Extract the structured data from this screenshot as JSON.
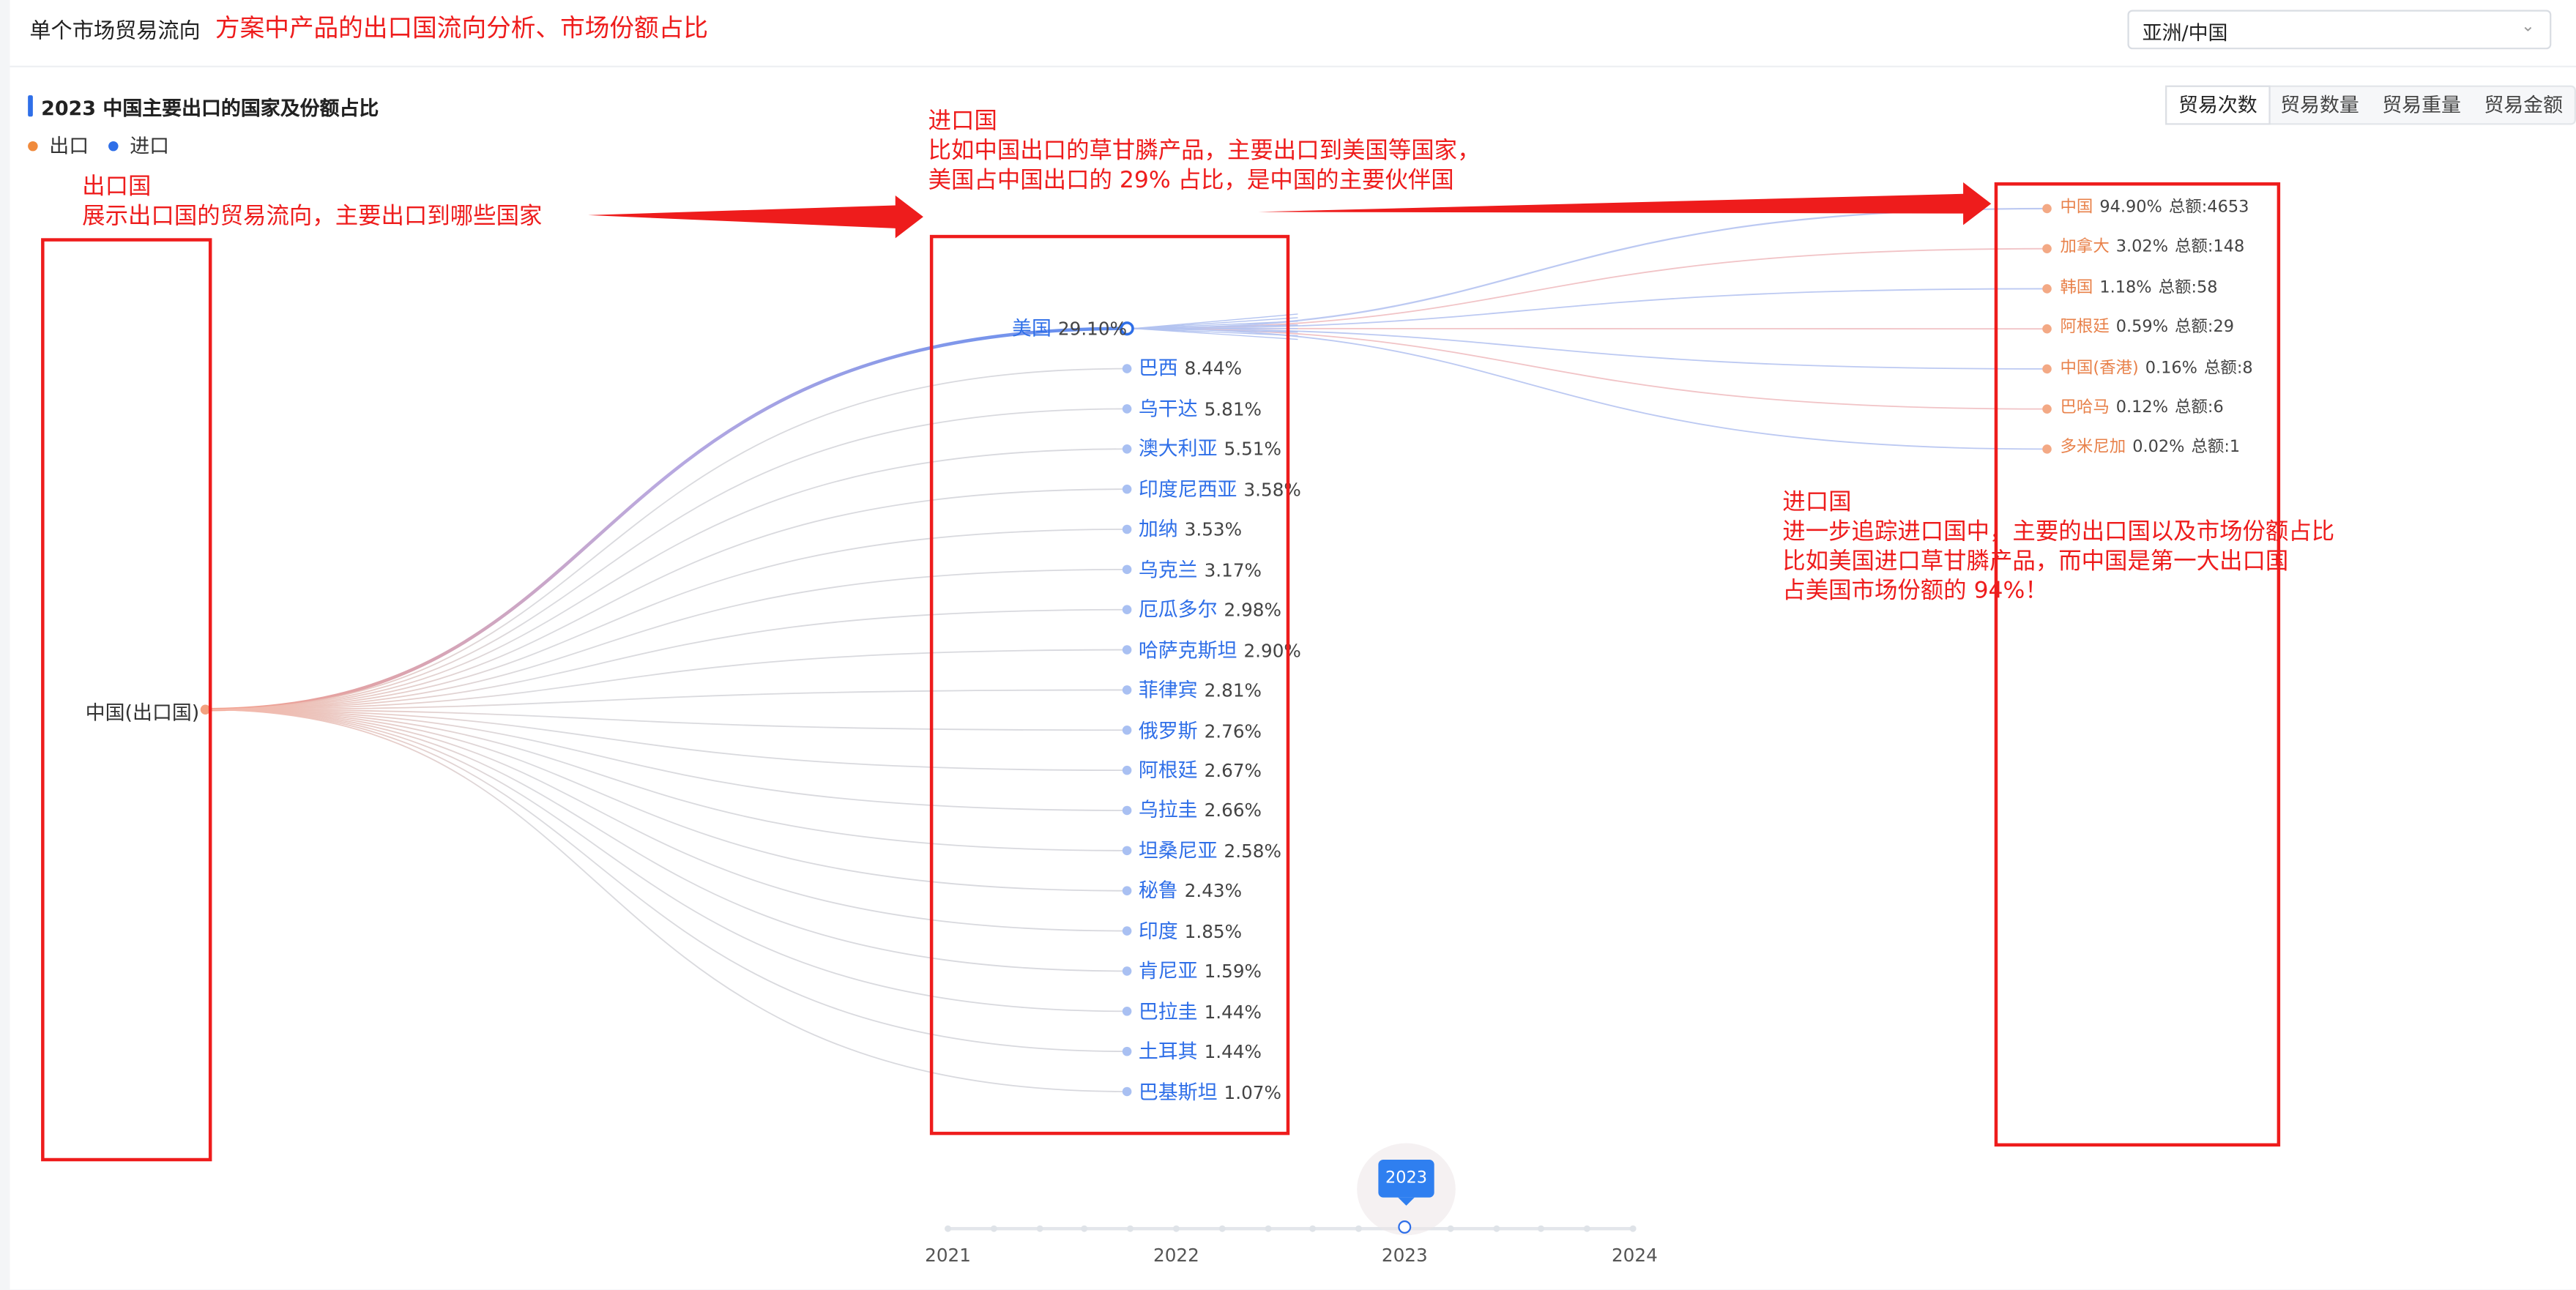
{
  "header": {
    "title": "单个市场贸易流向",
    "note": "方案中产品的出口国流向分析、市场份额占比",
    "region_select": "亚洲/中国"
  },
  "subtitle": "2023 中国主要出口的国家及份额占比",
  "legend": [
    {
      "label": "出口",
      "color": "#f08a3c"
    },
    {
      "label": "进口",
      "color": "#2f6fe8"
    }
  ],
  "metric_tabs": [
    "贸易次数",
    "贸易数量",
    "贸易重量",
    "贸易金额"
  ],
  "metric_active": 0,
  "origin_label": "中国(出口国)",
  "importers": [
    {
      "name": "美国",
      "pct": "29.10%"
    },
    {
      "name": "巴西",
      "pct": "8.44%"
    },
    {
      "name": "乌干达",
      "pct": "5.81%"
    },
    {
      "name": "澳大利亚",
      "pct": "5.51%"
    },
    {
      "name": "印度尼西亚",
      "pct": "3.58%"
    },
    {
      "name": "加纳",
      "pct": "3.53%"
    },
    {
      "name": "乌克兰",
      "pct": "3.17%"
    },
    {
      "name": "厄瓜多尔",
      "pct": "2.98%"
    },
    {
      "name": "哈萨克斯坦",
      "pct": "2.90%"
    },
    {
      "name": "菲律宾",
      "pct": "2.81%"
    },
    {
      "name": "俄罗斯",
      "pct": "2.76%"
    },
    {
      "name": "阿根廷",
      "pct": "2.67%"
    },
    {
      "name": "乌拉圭",
      "pct": "2.66%"
    },
    {
      "name": "坦桑尼亚",
      "pct": "2.58%"
    },
    {
      "name": "秘鲁",
      "pct": "2.43%"
    },
    {
      "name": "印度",
      "pct": "1.85%"
    },
    {
      "name": "肯尼亚",
      "pct": "1.59%"
    },
    {
      "name": "巴拉圭",
      "pct": "1.44%"
    },
    {
      "name": "土耳其",
      "pct": "1.44%"
    },
    {
      "name": "巴基斯坦",
      "pct": "1.07%"
    }
  ],
  "sources": [
    {
      "name": "中国",
      "pct": "94.90%",
      "total": "总额:4653"
    },
    {
      "name": "加拿大",
      "pct": "3.02%",
      "total": "总额:148"
    },
    {
      "name": "韩国",
      "pct": "1.18%",
      "total": "总额:58"
    },
    {
      "name": "阿根廷",
      "pct": "0.59%",
      "total": "总额:29"
    },
    {
      "name": "中国(香港)",
      "pct": "0.16%",
      "total": "总额:8"
    },
    {
      "name": "巴哈马",
      "pct": "0.12%",
      "total": "总额:6"
    },
    {
      "name": "多米尼加",
      "pct": "0.02%",
      "total": "总额:1"
    }
  ],
  "annotations": {
    "exporter": "出口国\n展示出口国的贸易流向，主要出口到哪些国家",
    "importer": "进口国\n比如中国出口的草甘膦产品，主要出口到美国等国家，\n美国占中国出口的 29% 占比，是中国的主要伙伴国",
    "source": "进口国\n进一步追踪进口国中，主要的出口国以及市场份额占比\n比如美国进口草甘膦产品，而中国是第一大出口国\n占美国市场份额的 94%！"
  },
  "timeline": {
    "years": [
      "2021",
      "2022",
      "2023",
      "2024"
    ],
    "selected": "2023"
  },
  "colors": {
    "accent": "#2f6fe8",
    "export": "#f08a3c",
    "annotation": "#ee1c1c"
  }
}
